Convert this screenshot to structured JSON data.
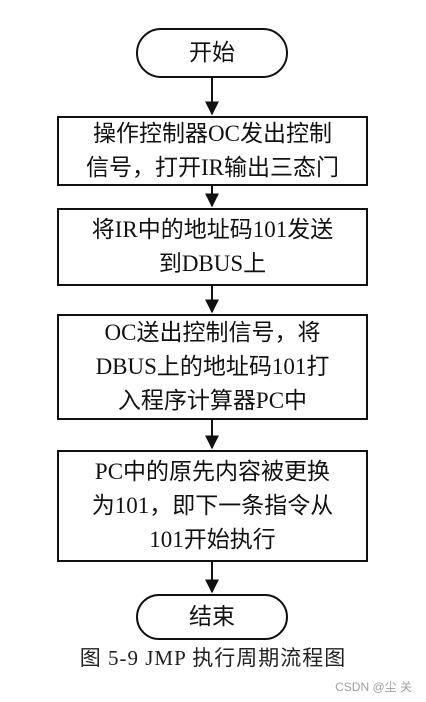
{
  "flowchart": {
    "start": "开始",
    "steps": [
      "操作控制器OC发出控制\n信号，打开IR输出三态门",
      "将IR中的地址码101发送\n到DBUS上",
      "OC送出控制信号，将\nDBUS上的地址码101打\n入程序计算器PC中",
      "PC中的原先内容被更换\n为101，即下一条指令从\n101开始执行"
    ],
    "end": "结束"
  },
  "caption": "图 5-9    JMP 执行周期流程图",
  "watermark": "CSDN @尘 关"
}
